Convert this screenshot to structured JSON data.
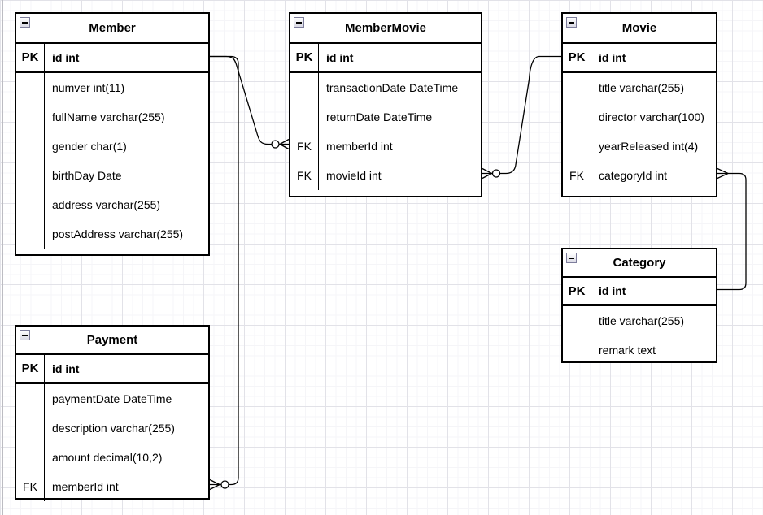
{
  "diagram": {
    "tables": [
      {
        "id": "member",
        "title": "Member",
        "pk": {
          "key": "PK",
          "field": "id int"
        },
        "rows": [
          {
            "key": "",
            "field": "numver int(11)"
          },
          {
            "key": "",
            "field": "fullName varchar(255)"
          },
          {
            "key": "",
            "field": "gender char(1)"
          },
          {
            "key": "",
            "field": "birthDay Date"
          },
          {
            "key": "",
            "field": "address varchar(255)"
          },
          {
            "key": "",
            "field": "postAddress varchar(255)"
          }
        ]
      },
      {
        "id": "membermovie",
        "title": "MemberMovie",
        "pk": {
          "key": "PK",
          "field": "id int"
        },
        "rows": [
          {
            "key": "",
            "field": "transactionDate DateTime"
          },
          {
            "key": "",
            "field": "returnDate DateTime"
          },
          {
            "key": "FK",
            "field": "memberId int"
          },
          {
            "key": "FK",
            "field": "movieId int"
          }
        ]
      },
      {
        "id": "movie",
        "title": "Movie",
        "pk": {
          "key": "PK",
          "field": "id int"
        },
        "rows": [
          {
            "key": "",
            "field": "title varchar(255)"
          },
          {
            "key": "",
            "field": "director varchar(100)"
          },
          {
            "key": "",
            "field": "yearReleased int(4)"
          },
          {
            "key": "FK",
            "field": "categoryId int"
          }
        ]
      },
      {
        "id": "category",
        "title": "Category",
        "pk": {
          "key": "PK",
          "field": "id int"
        },
        "rows": [
          {
            "key": "",
            "field": "title varchar(255)"
          },
          {
            "key": "",
            "field": "remark text"
          }
        ]
      },
      {
        "id": "payment",
        "title": "Payment",
        "pk": {
          "key": "PK",
          "field": "id int"
        },
        "rows": [
          {
            "key": "",
            "field": "paymentDate DateTime"
          },
          {
            "key": "",
            "field": "description varchar(255)"
          },
          {
            "key": "",
            "field": "amount decimal(10,2)"
          },
          {
            "key": "FK",
            "field": "memberId int"
          }
        ]
      }
    ],
    "relationships": [
      {
        "id": "member-membermovie",
        "from": "Member.id",
        "to": "MemberMovie.memberId",
        "end_style": "zero-or-many"
      },
      {
        "id": "member-payment",
        "from": "Member.id",
        "to": "Payment.memberId",
        "end_style": "zero-or-many"
      },
      {
        "id": "movie-membermovie",
        "from": "Movie.id",
        "to": "MemberMovie.movieId",
        "end_style": "zero-or-many"
      },
      {
        "id": "movie-category",
        "from": "Category.id",
        "to": "Movie.categoryId",
        "end_style": "many"
      }
    ],
    "collapse_icon_glyph": "minus"
  },
  "colors": {
    "line": "#000000",
    "table_border": "#000000",
    "table_bg": "#ffffff",
    "grid_major": "#e2e2e8",
    "grid_minor": "#f5f5f8",
    "page_edge": "#bcbcc2"
  }
}
